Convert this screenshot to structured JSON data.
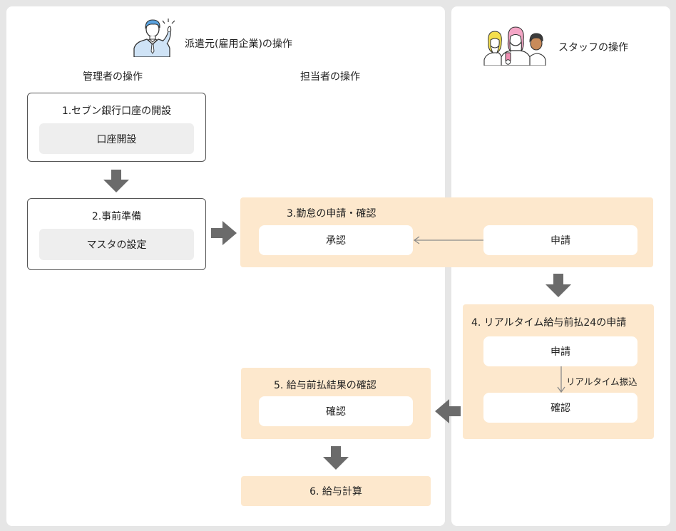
{
  "lanes": {
    "dispatcher_title": "派遣元(雇用企業)の操作",
    "staff_title": "スタッフの操作",
    "manager_label": "管理者の操作",
    "person_in_charge_label": "担当者の操作"
  },
  "steps": {
    "s1": {
      "title": "1.セブン銀行口座の開設",
      "action": "口座開設"
    },
    "s2": {
      "title": "2.事前準備",
      "action": "マスタの設定"
    },
    "s3": {
      "title": "3.勤怠の申請・確認",
      "approve": "承認",
      "apply": "申請"
    },
    "s4": {
      "title": "4. リアルタイム給与前払24の申請",
      "apply": "申請",
      "transfer_note": "リアルタイム振込",
      "confirm": "確認"
    },
    "s5": {
      "title": "5. 給与前払結果の確認",
      "confirm": "確認"
    },
    "s6": {
      "title": "6. 給与計算"
    }
  },
  "colors": {
    "background": "#e6e6e6",
    "lane": "#ffffff",
    "orange_box": "#fde8cd",
    "gray_pill": "#eeeeee",
    "arrow": "#6b6b6b",
    "connector": "#8a8a8a"
  },
  "icons": [
    "businessman-pointing-icon",
    "staff-group-icon",
    "arrow-down-icon",
    "arrow-right-icon",
    "arrow-left-icon"
  ]
}
